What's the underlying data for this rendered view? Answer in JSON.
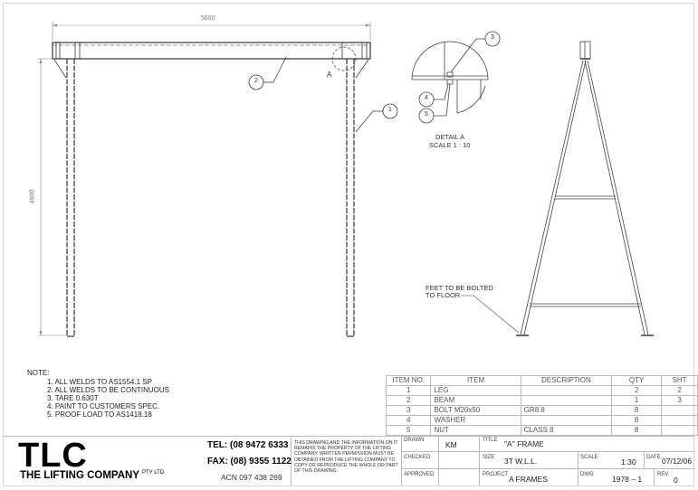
{
  "drawing": {
    "front_view": {
      "width_dimension": "5650",
      "height_dimension": "4900",
      "detail_marker": "A",
      "balloons": [
        "1",
        "2"
      ]
    },
    "detail_view": {
      "title": "DETAIL A",
      "scale": "SCALE 1 : 10",
      "balloons": [
        "3",
        "4",
        "5"
      ]
    },
    "side_view": {
      "annotation_line1": "FEET TO BE BOLTED",
      "annotation_line2": "TO FLOOR"
    }
  },
  "notes": {
    "title": "NOTE:",
    "items": [
      "1. ALL WELDS TO AS1554.1 SP",
      "2. ALL WELDS TO BE CONTINUOUS",
      "3. TARE 0.630T",
      "4. PAINT TO CUSTOMERS SPEC.",
      "5. PROOF LOAD TO AS1418.18"
    ]
  },
  "bom": {
    "headers": [
      "ITEM NO.",
      "ITEM",
      "DESCRIPTION",
      "QTY",
      "SHT"
    ],
    "rows": [
      {
        "no": "1",
        "item": "LEG",
        "desc": "",
        "qty": "2",
        "sht": "2"
      },
      {
        "no": "2",
        "item": "BEAM",
        "desc": "",
        "qty": "1",
        "sht": "3"
      },
      {
        "no": "3",
        "item": "BOLT M20x50",
        "desc": "GR8.8",
        "qty": "8",
        "sht": ""
      },
      {
        "no": "4",
        "item": "WASHER",
        "desc": "",
        "qty": "8",
        "sht": ""
      },
      {
        "no": "5",
        "item": "NUT",
        "desc": "CLASS 8",
        "qty": "8",
        "sht": ""
      }
    ]
  },
  "company": {
    "logo": "TLC",
    "name": "THE LIFTING COMPANY",
    "suffix": "PTY LTD",
    "tel": "TEL: (08 9472 6333",
    "fax": "FAX: (08) 9355 1122",
    "acn": "ACN 097 438 269",
    "disclaimer": "THIS DRAWING AND THE INFORMATION ON IT REMAINS THE PROPERTY OF THE LIFTING COMPANY. WRITTEN PERMISSION MUST BE OBTAINED FROM THE LIFTING COMPANY TO COPY OR REPRODUCE THE WHOLE OR PART OF THIS DRAWING."
  },
  "title_block": {
    "drawn_label": "DRAWN",
    "drawn": "KM",
    "checked_label": "CHECKED",
    "checked": "",
    "approved_label": "APPROVED",
    "approved": "",
    "title_label": "TITLE",
    "title": "\"A\" FRAME",
    "size_label": "SIZE",
    "size": "3T W.L.L.",
    "scale_label": "SCALE",
    "scale": "1:30",
    "date_label": "DATE",
    "date": "07/12/06",
    "project_label": "PROJECT",
    "project": "A FRAMES",
    "dwg_label": "DWG",
    "dwg": "1978 – 1",
    "rev_label": "REV",
    "rev": "0"
  }
}
